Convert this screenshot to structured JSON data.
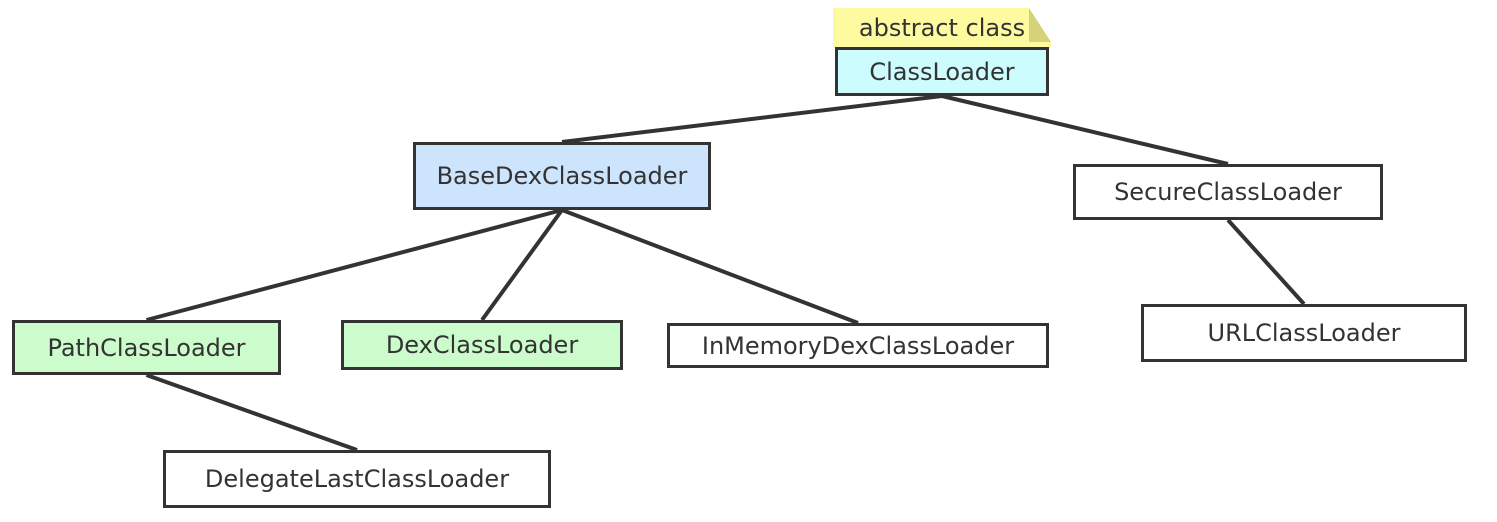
{
  "note": {
    "text": "abstract class",
    "color": "#fdfaa0",
    "fold_color": "#d6d27a"
  },
  "nodes": {
    "classloader": {
      "label": "ClassLoader",
      "fill": "#ccfcfd"
    },
    "basedex": {
      "label": "BaseDexClassLoader",
      "fill": "#cce4fc"
    },
    "secure": {
      "label": "SecureClassLoader",
      "fill": "#ffffff"
    },
    "path": {
      "label": "PathClassLoader",
      "fill": "#ccfccc"
    },
    "dex": {
      "label": "DexClassLoader",
      "fill": "#ccfccc"
    },
    "inmemory": {
      "label": "InMemoryDexClassLoader",
      "fill": "#ffffff"
    },
    "url": {
      "label": "URLClassLoader",
      "fill": "#ffffff"
    },
    "delegatelast": {
      "label": "DelegateLastClassLoader",
      "fill": "#ffffff"
    }
  },
  "edges": [
    [
      "classloader",
      "basedex"
    ],
    [
      "classloader",
      "secure"
    ],
    [
      "basedex",
      "path"
    ],
    [
      "basedex",
      "dex"
    ],
    [
      "basedex",
      "inmemory"
    ],
    [
      "secure",
      "url"
    ],
    [
      "path",
      "delegatelast"
    ]
  ]
}
